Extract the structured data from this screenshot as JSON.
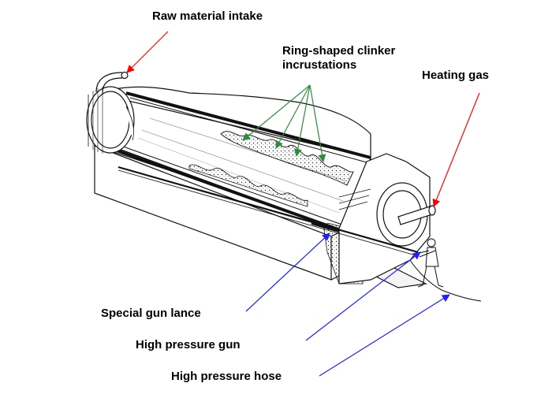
{
  "labels": {
    "raw_material_intake": "Raw material intake",
    "ring_shaped_line1": "Ring-shaped clinker",
    "ring_shaped_line2": "incrustations",
    "heating_gas": "Heating gas",
    "special_gun_lance": "Special gun lance",
    "high_pressure_gun": "High pressure gun",
    "high_pressure_hose": "High pressure hose"
  },
  "colors": {
    "top_arrows": "#ff0000",
    "ring_arrows": "#2e8b3a",
    "bottom_arrows": "#1f1fff",
    "drawing": "#111111"
  }
}
